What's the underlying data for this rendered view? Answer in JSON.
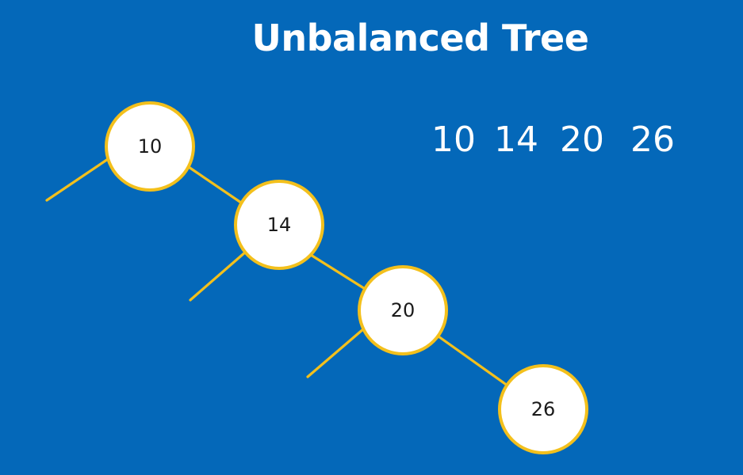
{
  "diagram": {
    "title": "Unbalanced Tree",
    "sequence": [
      "10",
      "14",
      "20",
      "26"
    ],
    "nodes": [
      {
        "id": "n10",
        "label": "10"
      },
      {
        "id": "n14",
        "label": "14"
      },
      {
        "id": "n20",
        "label": "20"
      },
      {
        "id": "n26",
        "label": "26"
      }
    ],
    "edges": [
      {
        "from": "n10",
        "to": "n14",
        "side": "right"
      },
      {
        "from": "n14",
        "to": "n20",
        "side": "right"
      },
      {
        "from": "n20",
        "to": "n26",
        "side": "right"
      }
    ],
    "colors": {
      "background": "#0468b9",
      "edge": "#f3c01c",
      "node_fill": "#ffffff",
      "node_stroke": "#f3c01c",
      "title_text": "#ffffff"
    }
  }
}
